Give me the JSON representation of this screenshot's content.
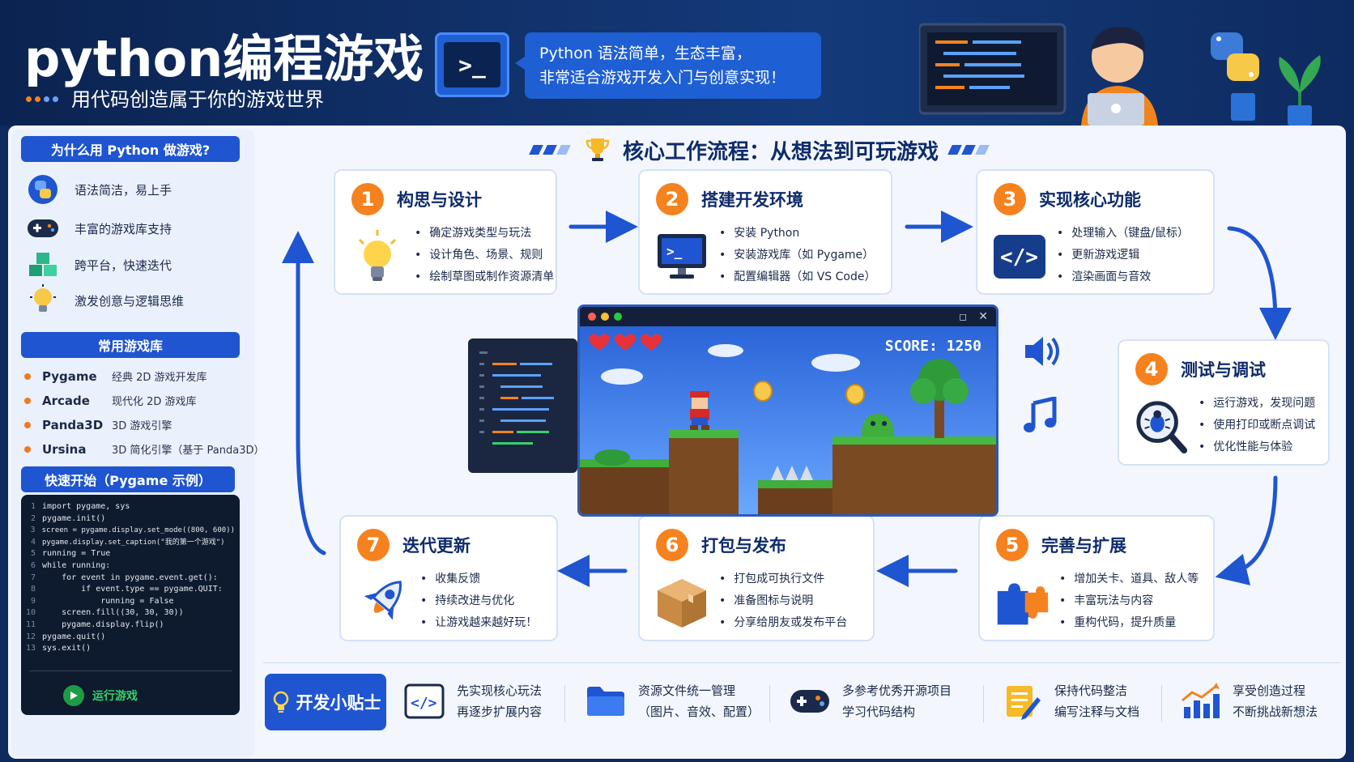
{
  "header": {
    "title": "python编程游戏",
    "subtitle": "用代码创造属于你的游戏世界",
    "terminal_symbol": ">_",
    "bubble_line1": "Python 语法简单，生态丰富，",
    "bubble_line2": "非常适合游戏开发入门与创意实现！"
  },
  "sidebar": {
    "why_title": "为什么用 Python 做游戏?",
    "why_items": [
      {
        "icon": "python-logo-icon",
        "label": "语法简洁，易上手"
      },
      {
        "icon": "gamepad-icon",
        "label": "丰富的游戏库支持"
      },
      {
        "icon": "cubes-icon",
        "label": "跨平台，快速迭代"
      },
      {
        "icon": "lightbulb-icon",
        "label": "激发创意与逻辑思维"
      }
    ],
    "libs_title": "常用游戏库",
    "libs": [
      {
        "name": "Pygame",
        "desc": "经典 2D 游戏开发库"
      },
      {
        "name": "Arcade",
        "desc": "现代化 2D 游戏库"
      },
      {
        "name": "Panda3D",
        "desc": "3D 游戏引擎"
      },
      {
        "name": "Ursina",
        "desc": "3D 简化引擎（基于 Panda3D）"
      }
    ],
    "quickstart_title": "快速开始（Pygame 示例）",
    "code": [
      {
        "n": "1",
        "text": "import pygame, sys"
      },
      {
        "n": "2",
        "text": "pygame.init()"
      },
      {
        "n": "3",
        "text": "screen = pygame.display.set_mode((800, 600))"
      },
      {
        "n": "4",
        "text": "pygame.display.set_caption(\"我的第一个游戏\")"
      },
      {
        "n": "5",
        "text": "running = True"
      },
      {
        "n": "6",
        "text": "while running:"
      },
      {
        "n": "7",
        "text": "    for event in pygame.event.get():"
      },
      {
        "n": "8",
        "text": "        if event.type == pygame.QUIT:"
      },
      {
        "n": "9",
        "text": "            running = False"
      },
      {
        "n": "10",
        "text": "    screen.fill((30, 30, 30))"
      },
      {
        "n": "11",
        "text": "    pygame.display.flip()"
      },
      {
        "n": "12",
        "text": "pygame.quit()"
      },
      {
        "n": "13",
        "text": "sys.exit()"
      }
    ],
    "run_label": "运行游戏"
  },
  "workflow": {
    "title": "核心工作流程：从想法到可玩游戏",
    "steps": [
      {
        "num": "1",
        "title": "构思与设计",
        "icon": "lightbulb-icon",
        "items": [
          "确定游戏类型与玩法",
          "设计角色、场景、规则",
          "绘制草图或制作资源清单"
        ]
      },
      {
        "num": "2",
        "title": "搭建开发环境",
        "icon": "monitor-terminal-icon",
        "items": [
          "安装 Python",
          "安装游戏库（如 Pygame）",
          "配置编辑器（如 VS Code）"
        ]
      },
      {
        "num": "3",
        "title": "实现核心功能",
        "icon": "code-brackets-icon",
        "items": [
          "处理输入（键盘/鼠标）",
          "更新游戏逻辑",
          "渲染画面与音效"
        ]
      },
      {
        "num": "4",
        "title": "测试与调试",
        "icon": "bug-magnifier-icon",
        "items": [
          "运行游戏，发现问题",
          "使用打印或断点调试",
          "优化性能与体验"
        ]
      },
      {
        "num": "5",
        "title": "完善与扩展",
        "icon": "puzzle-icon",
        "items": [
          "增加关卡、道具、敌人等",
          "丰富玩法与内容",
          "重构代码，提升质量"
        ]
      },
      {
        "num": "6",
        "title": "打包与发布",
        "icon": "package-box-icon",
        "items": [
          "打包成可执行文件",
          "准备图标与说明",
          "分享给朋友或发布平台"
        ]
      },
      {
        "num": "7",
        "title": "迭代更新",
        "icon": "rocket-icon",
        "items": [
          "收集反馈",
          "持续改进与优化",
          "让游戏越来越好玩！"
        ]
      }
    ]
  },
  "game": {
    "score_label": "SCORE: 1250",
    "lives": 3
  },
  "tips": {
    "badge": "开发小贴士",
    "items": [
      {
        "icon": "code-file-icon",
        "line1": "先实现核心玩法",
        "line2": "再逐步扩展内容"
      },
      {
        "icon": "folder-icon",
        "line1": "资源文件统一管理",
        "line2": "（图片、音效、配置）"
      },
      {
        "icon": "gamepad-icon",
        "line1": "多参考优秀开源项目",
        "line2": "学习代码结构"
      },
      {
        "icon": "note-pencil-icon",
        "line1": "保持代码整洁",
        "line2": "编写注释与文档"
      },
      {
        "icon": "growth-chart-icon",
        "line1": "享受创造过程",
        "line2": "不断挑战新想法"
      }
    ]
  },
  "colors": {
    "brand_blue": "#1f55d0",
    "accent_orange": "#f5821f",
    "header_navy": "#0b2350"
  }
}
